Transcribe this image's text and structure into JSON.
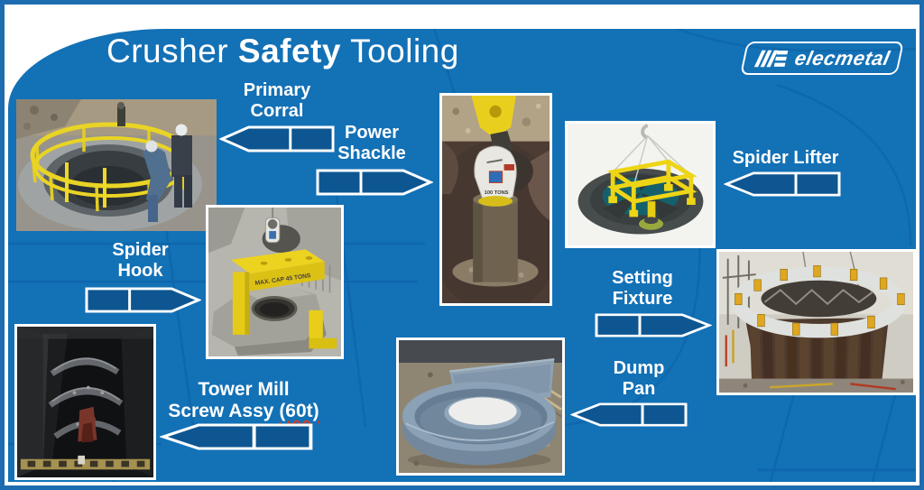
{
  "slide": {
    "title": {
      "prefix": "Crusher ",
      "emphasis": "Safety",
      "suffix": " Tooling"
    },
    "logo": {
      "text": "elecmetal",
      "monogram": "ME"
    },
    "colors": {
      "outer_border_blue": "#1d6cb0",
      "panel_blue": "#1371b6",
      "arrow_fill_blue": "#0d5691",
      "frame_white": "#ffffff",
      "safety_yellow": "#e9d01e",
      "flag_red": "#d23b2a"
    },
    "labels": [
      {
        "id": "primary-corral",
        "lines": [
          "Primary",
          "Corral"
        ],
        "arrow_direction": "left"
      },
      {
        "id": "power-shackle",
        "lines": [
          "Power",
          "Shackle"
        ],
        "arrow_direction": "right"
      },
      {
        "id": "spider-lifter",
        "lines": [
          "Spider Lifter"
        ],
        "arrow_direction": "left"
      },
      {
        "id": "spider-hook",
        "lines": [
          "Spider",
          "Hook"
        ],
        "arrow_direction": "right"
      },
      {
        "id": "setting-fixture",
        "lines": [
          "Setting",
          "Fixture"
        ],
        "arrow_direction": "right"
      },
      {
        "id": "dump-pan",
        "lines": [
          "Dump",
          "Pan"
        ],
        "arrow_direction": "left"
      },
      {
        "id": "tower-mill",
        "lines": [
          "Tower Mill"
        ],
        "line2_prefix": "Screw Assy ",
        "line2_flagged": "(60t)",
        "arrow_direction": "left"
      }
    ],
    "photo_texts": {
      "spider_hook_capacity": "MAX. CAP 45 TONS",
      "power_shackle_capacity": "100 TONS"
    }
  }
}
